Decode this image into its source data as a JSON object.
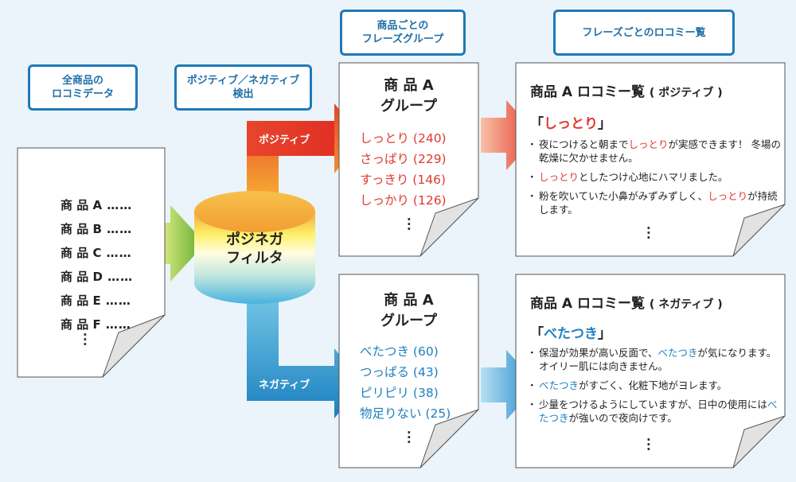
{
  "labels": {
    "all_products": "全商品の\nロコミデータ",
    "posneg_detect": "ポジティブ／ネガティブ\n検出",
    "phrase_group": "商品ごとの\nフレーズグループ",
    "review_list": "フレーズごとのロコミー覧"
  },
  "products": [
    {
      "name": "商 品 A",
      "dots": "……"
    },
    {
      "name": "商 品 B",
      "dots": "……"
    },
    {
      "name": "商 品 C",
      "dots": "……"
    },
    {
      "name": "商 品 D",
      "dots": "……"
    },
    {
      "name": "商 品 E",
      "dots": "……"
    },
    {
      "name": "商 品 F",
      "dots": "……"
    }
  ],
  "filter": {
    "label": "ポジネガ\nフィルタ"
  },
  "arrows": {
    "positive": "ポジティブ",
    "negative": "ネガティブ"
  },
  "groups": {
    "positive": {
      "title1": "商 品 A",
      "title2": "グループ",
      "items": [
        "しっとり (240)",
        "さっぱり (229)",
        "すっきり (146)",
        "しっかり (126)"
      ]
    },
    "negative": {
      "title1": "商 品 A",
      "title2": "グループ",
      "items": [
        "べたつき (60)",
        "つっぱる (43)",
        "ピリピリ (38)",
        "物足りない (25)"
      ]
    }
  },
  "reviews": {
    "positive": {
      "title": "商品 A ロコミー覧",
      "title_sub": "( ポジティブ )",
      "phrase_open": "「",
      "phrase": "しっとり",
      "phrase_close": "」",
      "bullets": [
        {
          "pre": "夜につけると朝まで",
          "hl": "しっとり",
          "post": "が実感できます！ 冬場の乾燥に欠かせません。"
        },
        {
          "pre": "",
          "hl": "しっとり",
          "post": "としたつけ心地にハマリました。"
        },
        {
          "pre": "粉を吹いていた小鼻がみずみずしく、",
          "hl": "しっとり",
          "post": "が持続します。"
        }
      ]
    },
    "negative": {
      "title": "商品 A ロコミー覧",
      "title_sub": "( ネガティブ )",
      "phrase_open": "「",
      "phrase": "べたつき",
      "phrase_close": "」",
      "bullets": [
        {
          "pre": "保湿が効果が高い反面で、",
          "hl": "べたつき",
          "post": "が気になります。オイリー肌には向きません。"
        },
        {
          "pre": "",
          "hl": "べたつき",
          "post": "がすごく、化粧下地がヨレます。"
        },
        {
          "pre": "少量をつけるようにしていますが、日中の使用には",
          "hl": "べたつき",
          "post": "が強いので夜向けです。"
        }
      ]
    }
  },
  "colors": {
    "positive_text": "#e03a2f",
    "negative_text": "#1e7fbf",
    "label_border": "#1f7ab8"
  }
}
